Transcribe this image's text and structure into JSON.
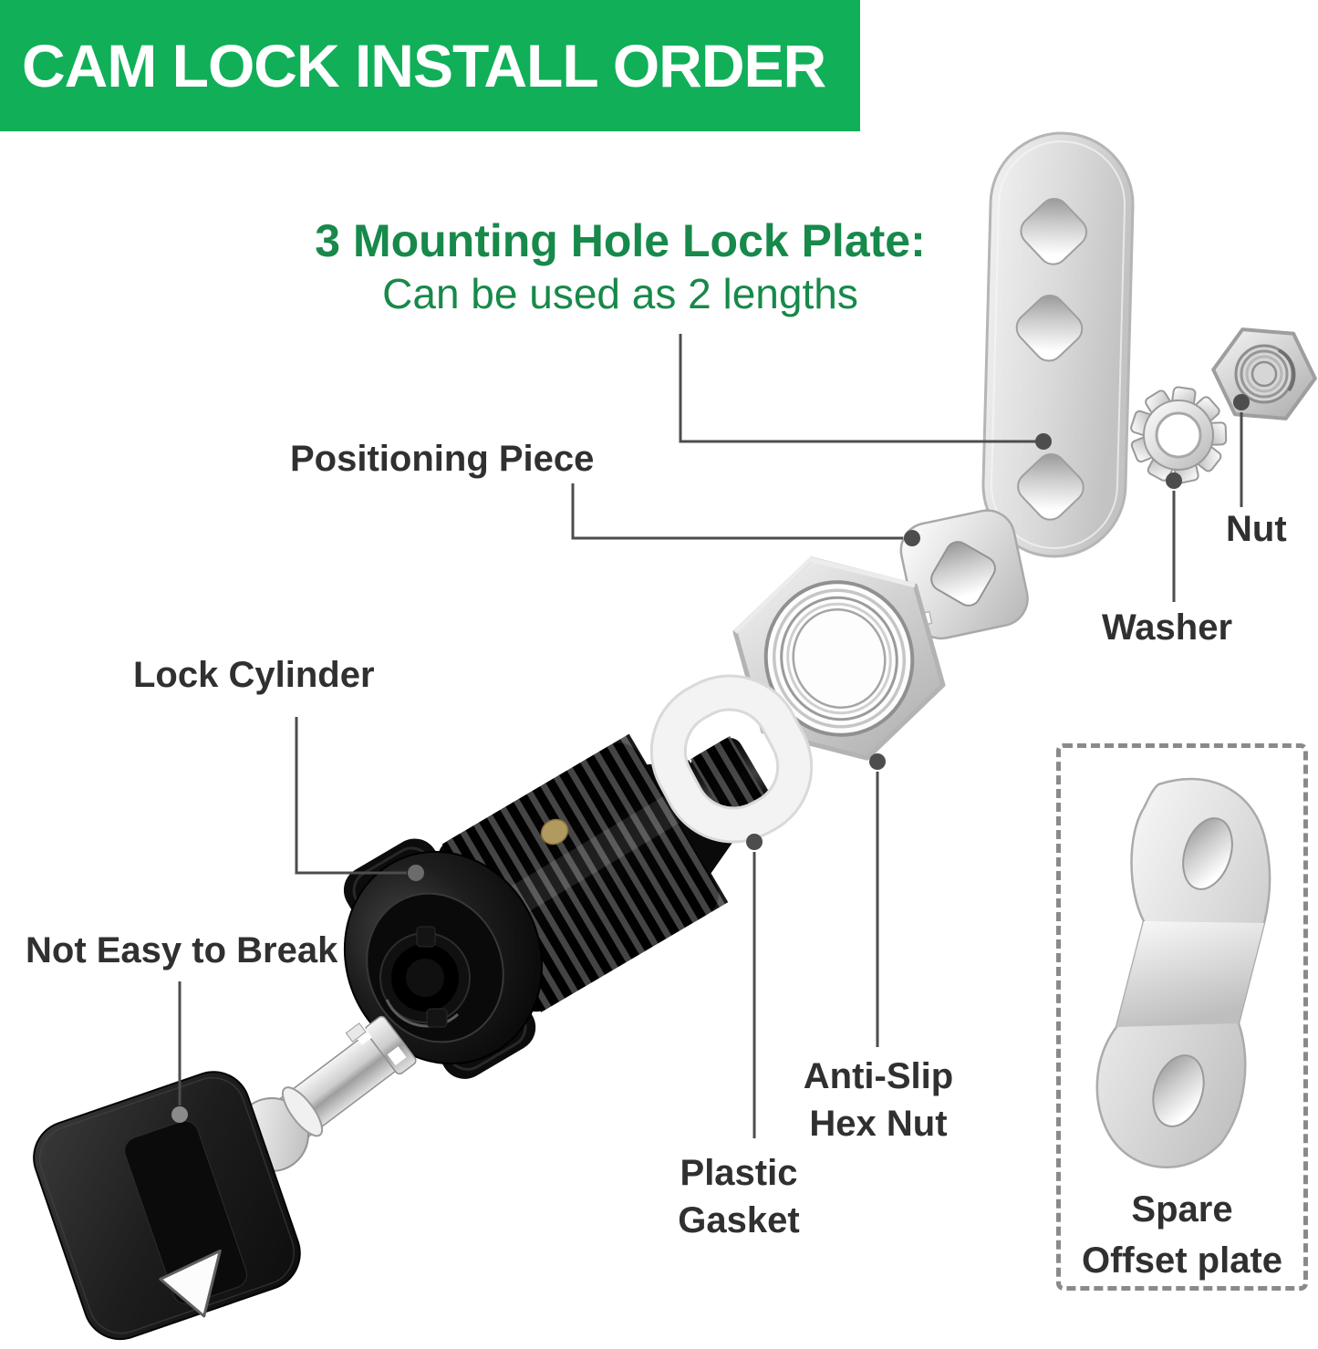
{
  "banner": {
    "title": "CAM LOCK INSTALL ORDER"
  },
  "heading": {
    "line1": "3 Mounting Hole Lock Plate:",
    "line2": "Can be used as 2 lengths"
  },
  "labels": {
    "positioning_piece": "Positioning Piece",
    "lock_cylinder": "Lock Cylinder",
    "not_easy_to_break": "Not Easy to Break",
    "nut": "Nut",
    "washer": "Washer",
    "anti_slip_line1": "Anti-Slip",
    "anti_slip_line2": "Hex Nut",
    "plastic_line1": "Plastic",
    "plastic_line2": "Gasket",
    "spare_line1": "Spare",
    "spare_line2": "Offset plate"
  },
  "parts": {
    "lock_plate": "3-mounting-hole-lock-plate",
    "star_washer": "external-tooth-washer",
    "small_nut": "hex-nut",
    "positioning_piece": "positioning-piece",
    "anti_slip_hex_nut": "anti-slip-hex-nut",
    "plastic_gasket": "plastic-gasket",
    "lock_cylinder": "black-lock-cylinder",
    "key": "tubular-key",
    "spare_offset_plate": "spare-offset-plate"
  },
  "colors": {
    "banner_bg": "#10af58",
    "banner_text": "#ffffff",
    "heading_green": "#17894a",
    "label_color": "#303030",
    "leader_color": "#4d4d4d",
    "dash_color": "#8a8a8a"
  }
}
